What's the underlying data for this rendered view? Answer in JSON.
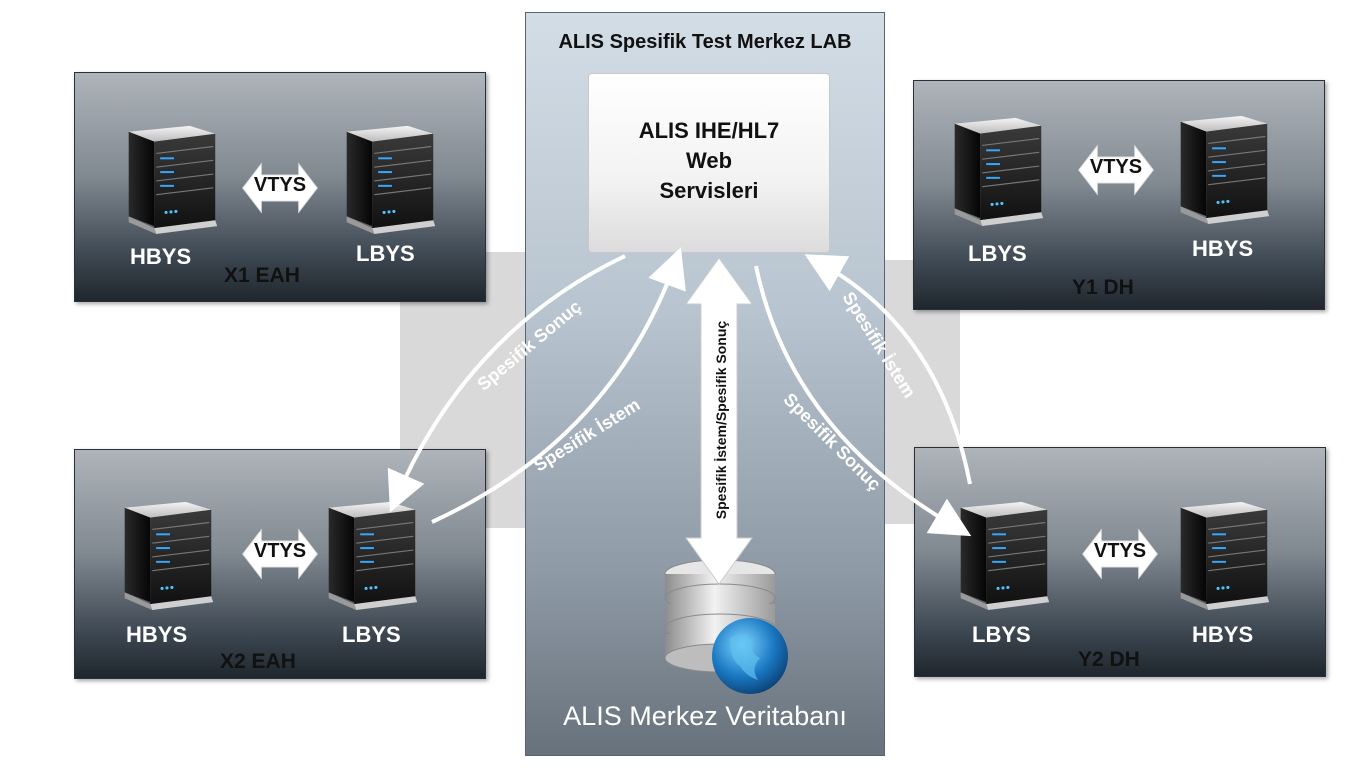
{
  "center": {
    "title": "ALIS Spesifik Test Merkez LAB",
    "web_service_line1": "ALIS IHE/HL7",
    "web_service_line2": "Web",
    "web_service_line3": "Servisleri",
    "db_label": "ALIS Merkez Veritabanı",
    "vertical_arrow_label": "Spesifik İstem/Spesifik Sonuç"
  },
  "sites": {
    "x1": {
      "name": "X1 EAH",
      "left_server": "HBYS",
      "right_server": "LBYS",
      "link": "VTYS"
    },
    "x2": {
      "name": "X2 EAH",
      "left_server": "HBYS",
      "right_server": "LBYS",
      "link": "VTYS"
    },
    "y1": {
      "name": "Y1 DH",
      "left_server": "LBYS",
      "right_server": "HBYS",
      "link": "VTYS"
    },
    "y2": {
      "name": "Y2 DH",
      "left_server": "LBYS",
      "right_server": "HBYS",
      "link": "VTYS"
    }
  },
  "arrows": {
    "x_result": "Spesifik Sonuç",
    "x_request": "Spesifik İstem",
    "y_result": "Spesifik Sonuç",
    "y_request": "Spesifik İstem"
  }
}
